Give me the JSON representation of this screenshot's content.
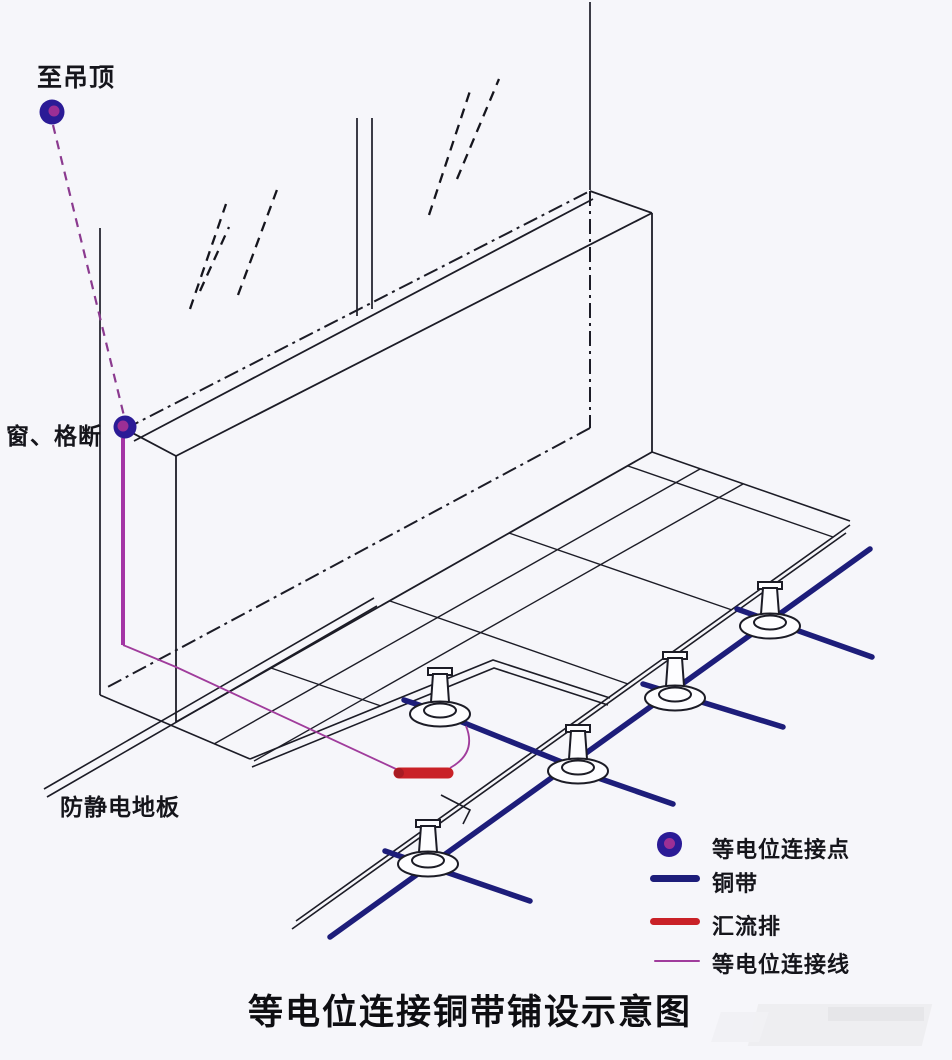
{
  "diagram": {
    "title": "等电位连接铜带铺设示意图",
    "annotations": {
      "to_ceiling": "至吊顶",
      "window_partition": "窗、格断",
      "antistatic_floor": "防静电地板"
    },
    "legend": {
      "items": [
        {
          "id": "equipotential-connection-point",
          "label": "等电位连接点",
          "swatch": "dot"
        },
        {
          "id": "copper-strip",
          "label": "铜带",
          "swatch": "thick-line",
          "color": "#1d1d7a"
        },
        {
          "id": "busbar",
          "label": "汇流排",
          "swatch": "thick-line",
          "color": "#c92127"
        },
        {
          "id": "equipotential-connection-line",
          "label": "等电位连接线",
          "swatch": "thin-line",
          "color": "#a03c9c"
        }
      ]
    },
    "colors": {
      "ink": "#1c1c26",
      "copper_strip": "#1d1d7a",
      "busbar": "#c92127",
      "connection_line": "#a03c9c",
      "connection_point_outer": "#2b1b96",
      "connection_point_inner": "#9c2f95",
      "background": "#f6f6fa"
    }
  }
}
